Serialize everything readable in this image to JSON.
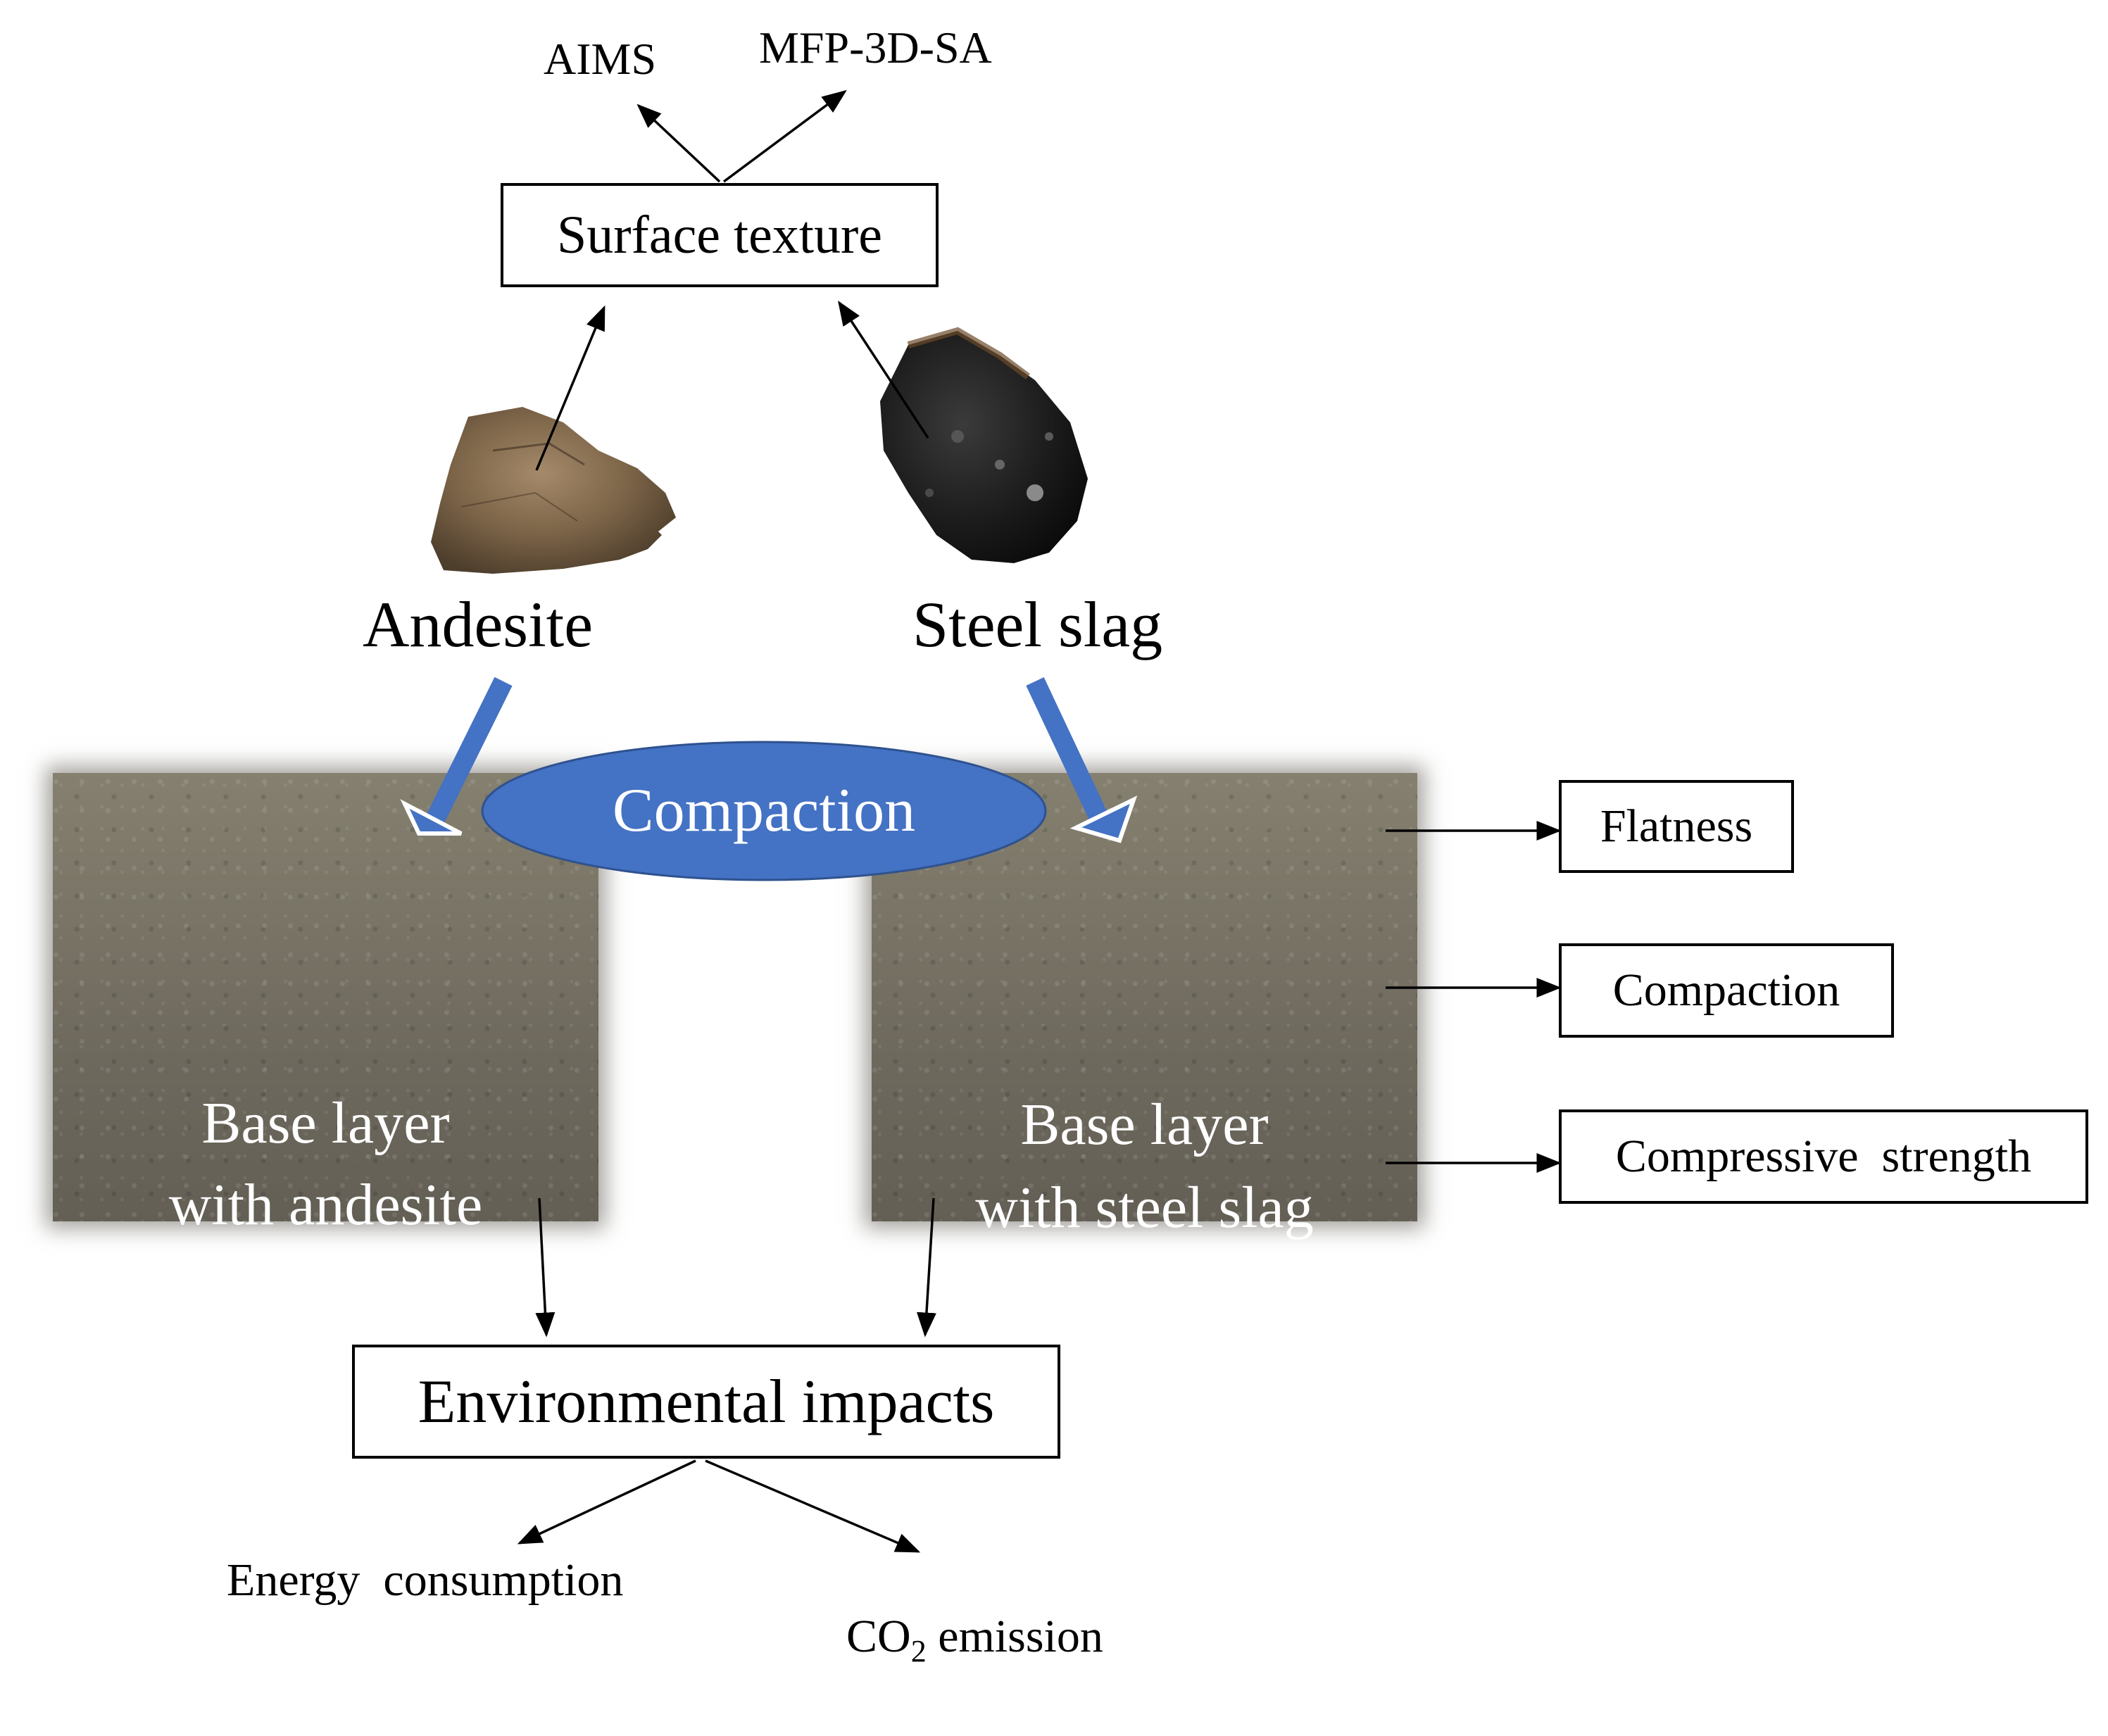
{
  "top_labels": {
    "aims": "AIMS",
    "mfp": "MFP-3D-SA"
  },
  "surface_texture": "Surface texture",
  "aggregates": {
    "andesite": "Andesite",
    "steel_slag": "Steel slag"
  },
  "compaction_process": "Compaction",
  "base_layers": {
    "andesite": {
      "line1": "Base layer",
      "line2": "with andesite"
    },
    "steel_slag": {
      "line1": "Base layer",
      "line2": "with steel slag"
    }
  },
  "properties": {
    "flatness": "Flatness",
    "compaction": "Compaction",
    "compressive_strength": "Compressive  strength"
  },
  "environmental_impacts": "Environmental impacts",
  "outputs": {
    "energy": "Energy  consumption",
    "co2_prefix": "CO",
    "co2_sub": "2",
    "co2_suffix": " emission"
  },
  "colors": {
    "blue_arrow": "#4472c4",
    "compaction_ellipse": "#4472c4",
    "slab": "#7a7466"
  },
  "icons": [
    "andesite-rock-icon",
    "steel-slag-rock-icon"
  ]
}
